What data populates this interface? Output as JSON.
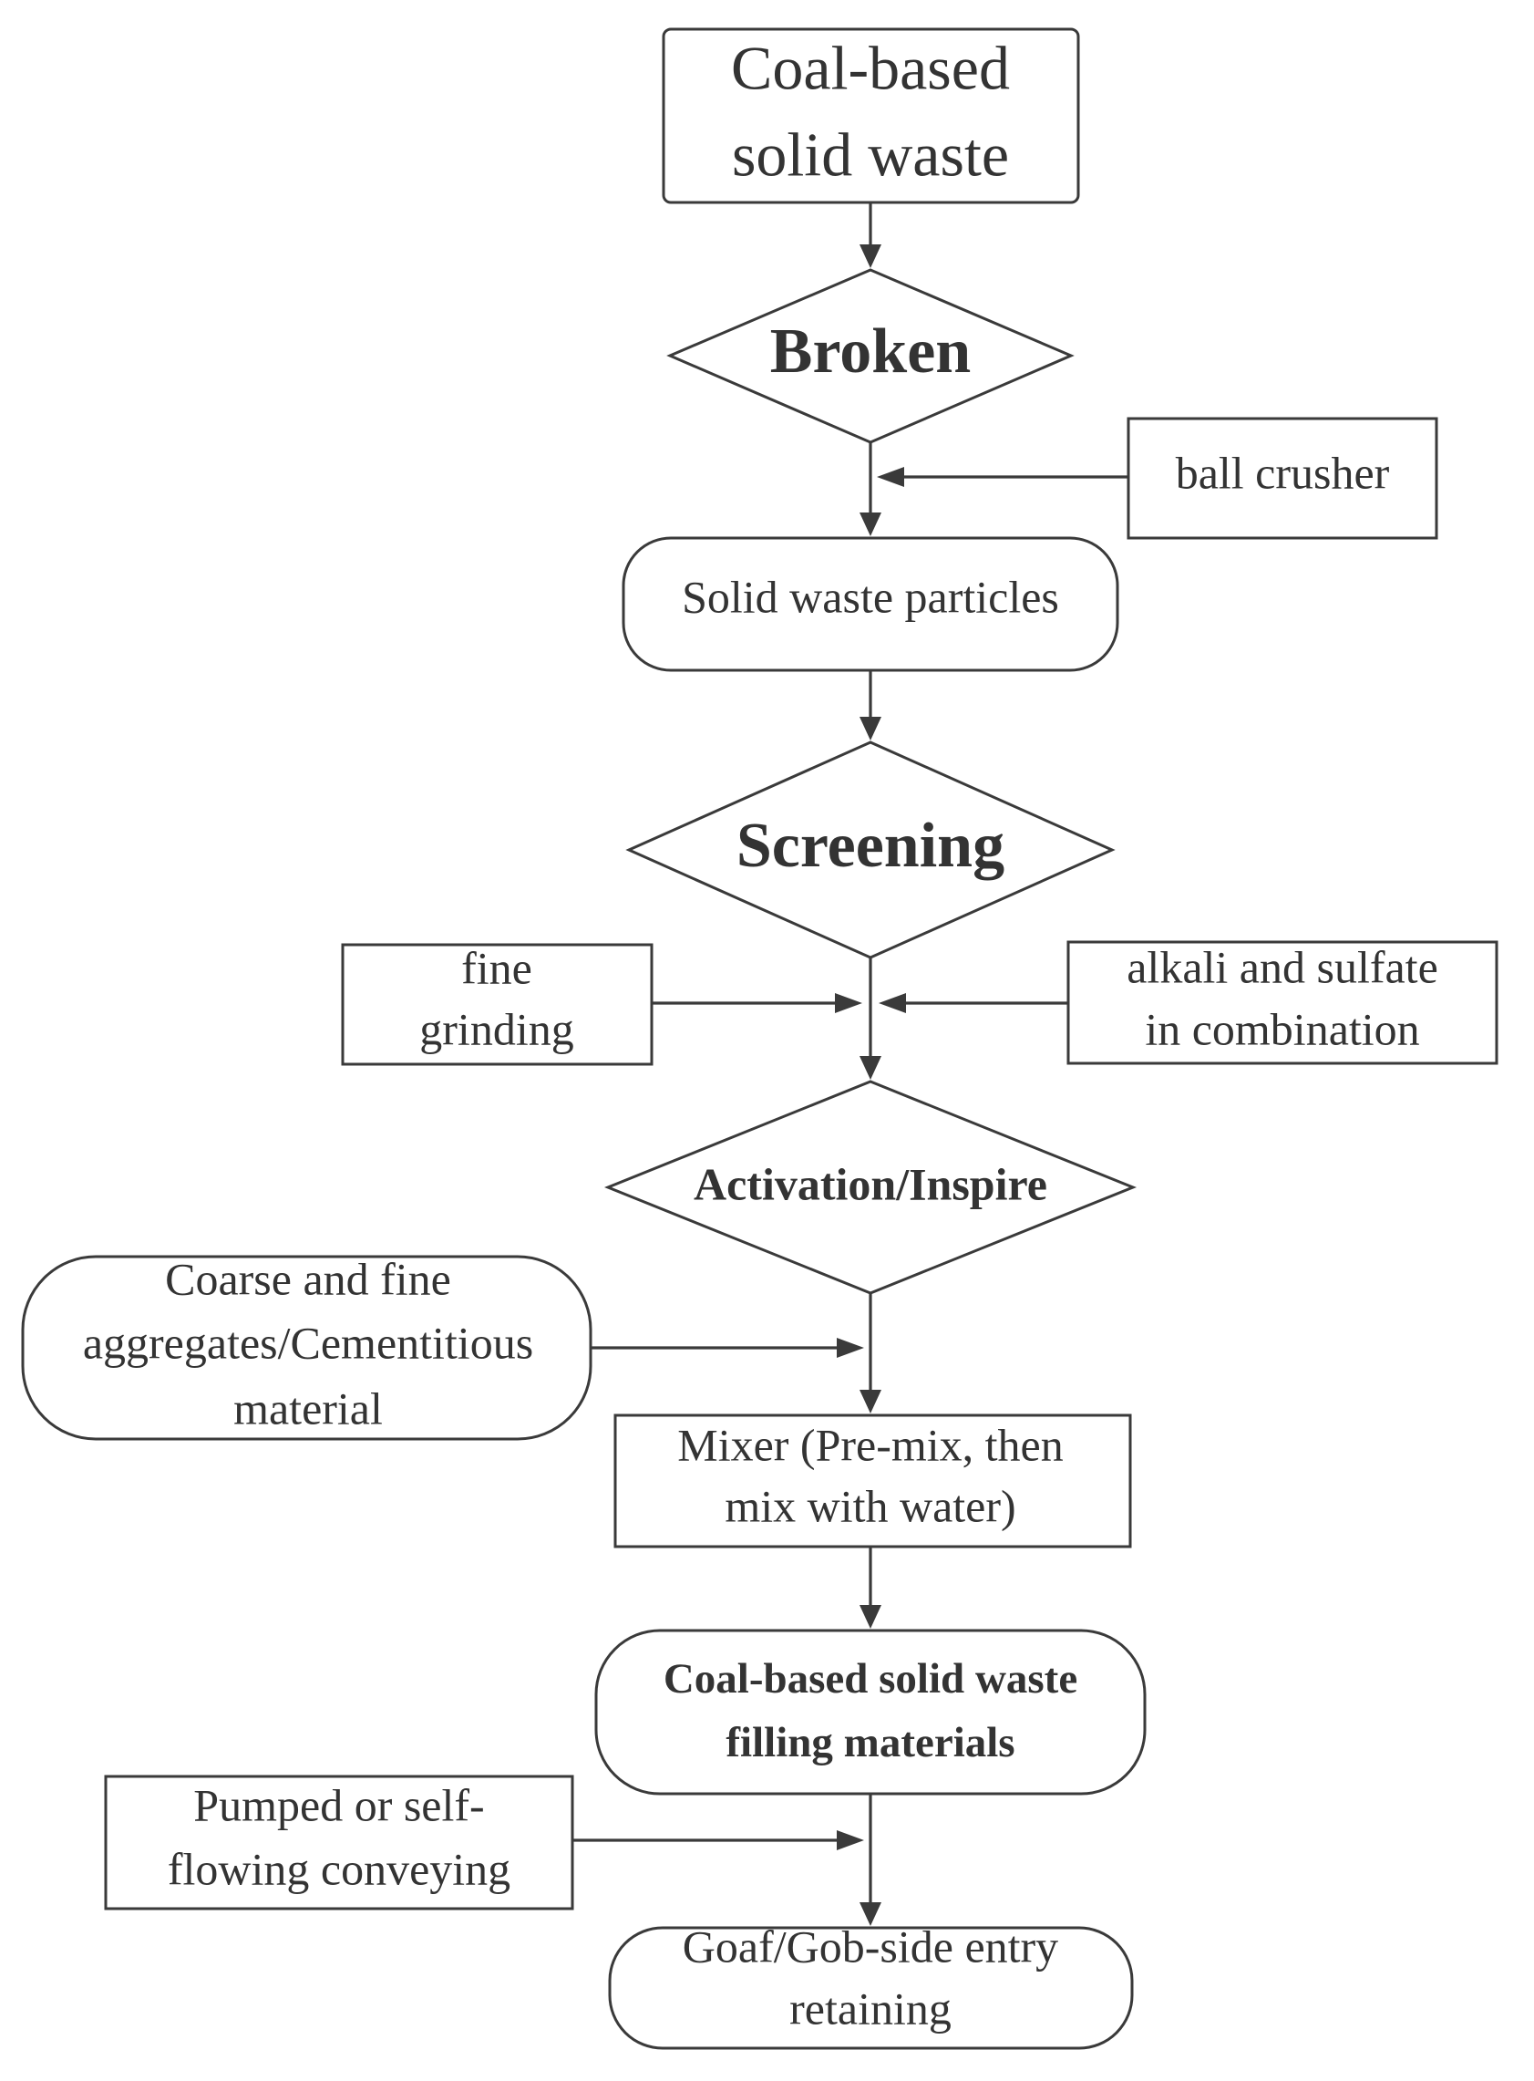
{
  "nodes": {
    "coal_waste": {
      "lines": [
        "Coal-based",
        "solid waste"
      ]
    },
    "broken": {
      "label": "Broken"
    },
    "ball_crusher": {
      "label": "ball crusher"
    },
    "particles": {
      "label": "Solid waste particles"
    },
    "screening": {
      "label": "Screening"
    },
    "fine_grinding": {
      "lines": [
        "fine",
        "grinding"
      ]
    },
    "alkali_sulfate": {
      "lines": [
        "alkali and sulfate",
        "in combination"
      ]
    },
    "activation": {
      "label": "Activation/Inspire"
    },
    "aggregates": {
      "lines": [
        "Coarse and fine",
        "aggregates/Cementitious",
        "material"
      ]
    },
    "mixer": {
      "lines": [
        "Mixer (Pre-mix, then",
        "mix with water)"
      ]
    },
    "filling_materials": {
      "lines": [
        "Coal-based solid waste",
        "filling materials"
      ]
    },
    "conveying": {
      "lines": [
        "Pumped or self-",
        "flowing conveying"
      ]
    },
    "goaf": {
      "lines": [
        "Goaf/Gob-side entry",
        "retaining"
      ]
    }
  }
}
